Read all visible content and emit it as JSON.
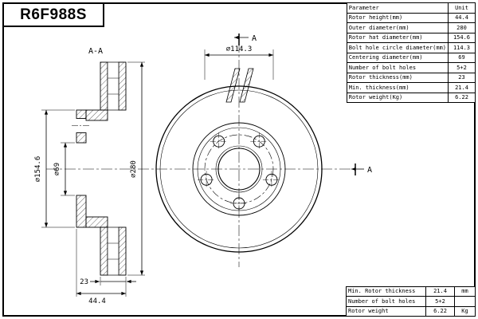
{
  "part_number": "R6F988S",
  "parameter_table": {
    "col_headers": [
      "Parameter",
      "Unit"
    ],
    "rows": [
      {
        "parameter": "Rotor height(mm)",
        "value": "44.4"
      },
      {
        "parameter": "Outer diameter(mm)",
        "value": "280"
      },
      {
        "parameter": "Rotor hat diameter(mm)",
        "value": "154.6"
      },
      {
        "parameter": "Bolt hole circle diameter(mm)",
        "value": "114.3"
      },
      {
        "parameter": "Centering diameter(mm)",
        "value": "69"
      },
      {
        "parameter": "Number of bolt holes",
        "value": "5+2"
      },
      {
        "parameter": "Rotor thickness(mm)",
        "value": "23"
      },
      {
        "parameter": "Min. thickness(mm)",
        "value": "21.4"
      },
      {
        "parameter": "Rotor weight(Kg)",
        "value": "6.22"
      }
    ]
  },
  "summary_table": {
    "rows": [
      {
        "label": "Min. Rotor thickness",
        "value": "21.4",
        "unit": "mm"
      },
      {
        "label": "Number of bolt holes",
        "value": "5+2",
        "unit": ""
      },
      {
        "label": "Rotor weight",
        "value": "6.22",
        "unit": "Kg"
      }
    ]
  },
  "drawing": {
    "section_label": "A-A",
    "dimensions": {
      "bolt_circle": "⌀114.3",
      "outer": "⌀280",
      "hat": "⌀154.6",
      "centering": "⌀69",
      "thickness": "23",
      "height": "44.4"
    },
    "section_marks": {
      "top": "A",
      "right": "A"
    }
  }
}
